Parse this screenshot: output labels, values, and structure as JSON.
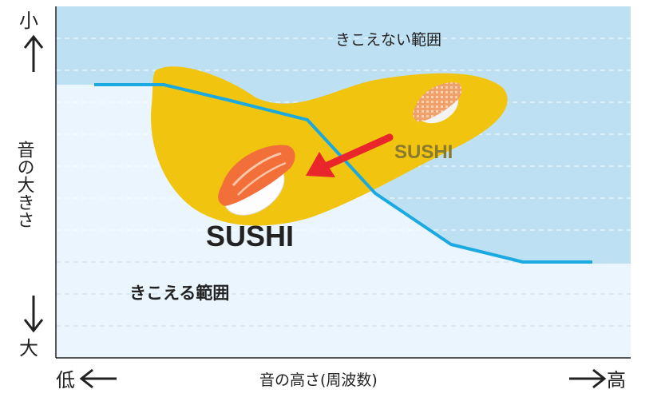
{
  "axis": {
    "y_top_label": "小",
    "y_bottom_label": "大",
    "y_title": "音の大きさ",
    "x_left_label": "低",
    "x_right_label": "高",
    "x_title": "音の高さ(周波数)"
  },
  "regions": {
    "inaudible": "きこえない範囲",
    "audible": "きこえる範囲"
  },
  "labels": {
    "sushi_large": "SUSHI",
    "sushi_small": "SUSHI"
  },
  "colors": {
    "inaudible_bg": "#bde0f3",
    "audible_bg": "#eaf5fd",
    "threshold_line": "#1aa9e0",
    "blob": "#f1c40f",
    "arrow": "#e8262c",
    "axis": "#222222"
  },
  "icons": [
    "sushi-icon-large",
    "sushi-icon-small",
    "arrow-up-icon",
    "arrow-down-icon",
    "arrow-left-icon",
    "arrow-right-icon"
  ]
}
